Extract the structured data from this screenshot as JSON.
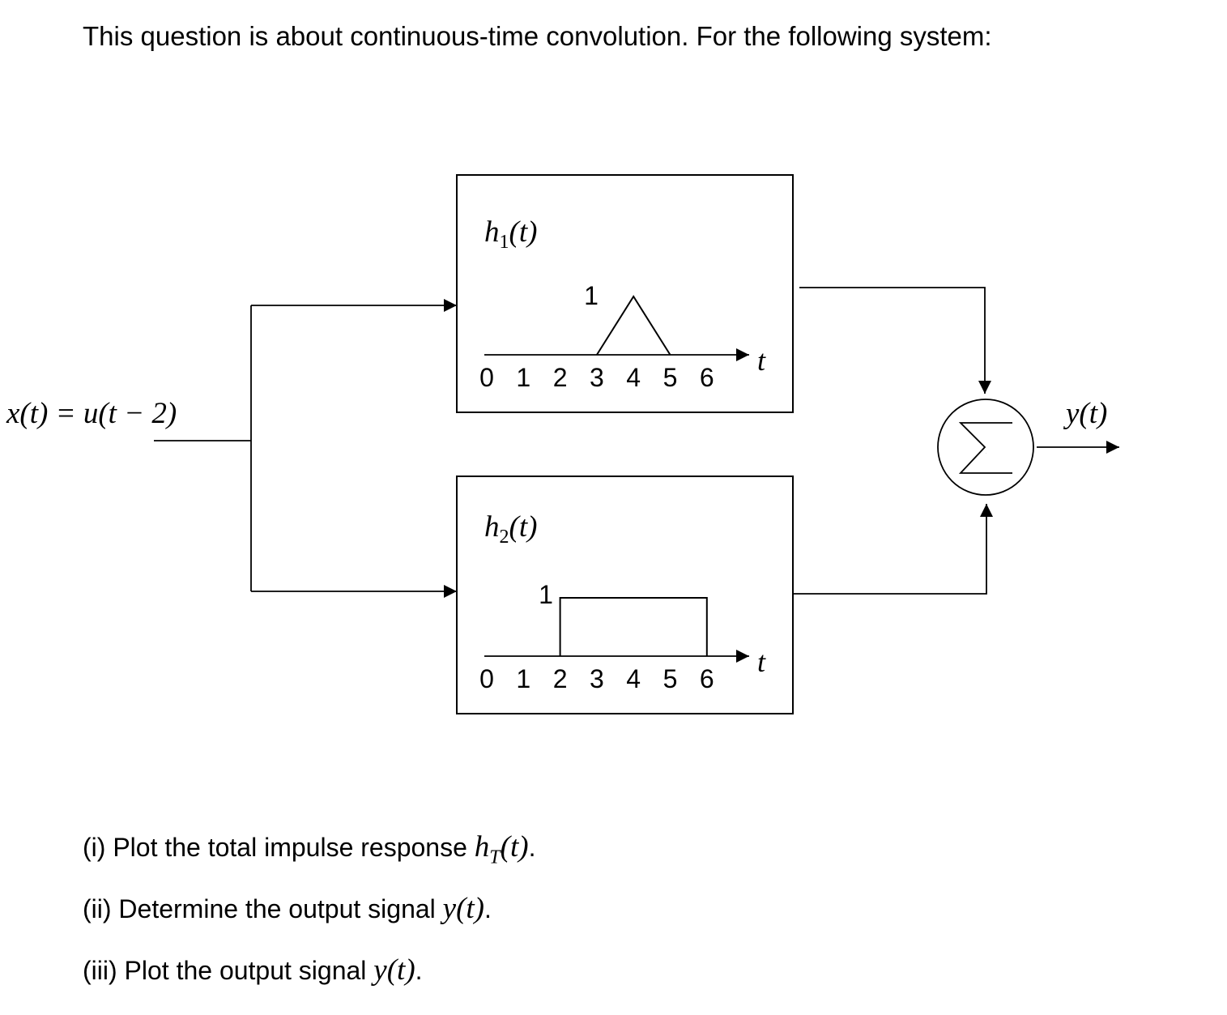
{
  "question": {
    "intro": "This question is about continuous-time convolution. For the following system:",
    "parts": [
      {
        "text": "(i) Plot the total impulse response ",
        "math": "h",
        "sub": "T",
        "math_after": "(t)",
        "end": "."
      },
      {
        "text": "(ii) Determine the output signal ",
        "math": "y(t)",
        "end": "."
      },
      {
        "text": "(iii) Plot the output signal ",
        "math": "y(t)",
        "end": "."
      }
    ]
  },
  "diagram": {
    "input_label": "x(t) = u(t − 2)",
    "output_label": "y(t)",
    "summer_symbol": "Σ",
    "h1": {
      "label": "h",
      "sub": "1",
      "arg": "(t)",
      "peak_label": "1",
      "axis_var": "t",
      "ticks": [
        "0",
        "1",
        "2",
        "3",
        "4",
        "5",
        "6"
      ],
      "shape": "triangle",
      "points": [
        [
          3,
          0
        ],
        [
          4,
          1
        ],
        [
          5,
          0
        ]
      ]
    },
    "h2": {
      "label": "h",
      "sub": "2",
      "arg": "(t)",
      "height_label": "1",
      "axis_var": "t",
      "ticks": [
        "0",
        "1",
        "2",
        "3",
        "4",
        "5",
        "6"
      ],
      "shape": "rectangle",
      "points": [
        [
          2,
          0
        ],
        [
          2,
          1
        ],
        [
          6,
          1
        ],
        [
          6,
          0
        ]
      ]
    }
  }
}
